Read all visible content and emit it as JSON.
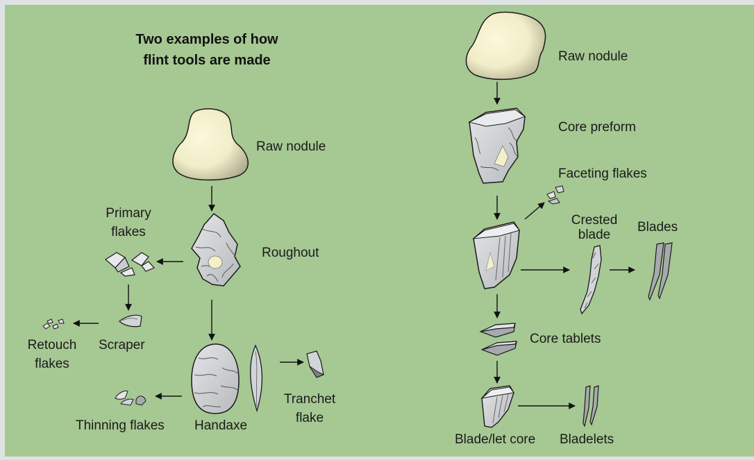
{
  "title": {
    "line1": "Two examples of how",
    "line2": "flint tools are made"
  },
  "left_sequence": {
    "raw_nodule": "Raw nodule",
    "primary_flakes": [
      "Primary",
      "flakes"
    ],
    "roughout": "Roughout",
    "retouch_flakes": [
      "Retouch",
      "flakes"
    ],
    "scraper": "Scraper",
    "tranchet_flake": [
      "Tranchet",
      "flake"
    ],
    "thinning_flakes": "Thinning flakes",
    "handaxe": "Handaxe"
  },
  "right_sequence": {
    "raw_nodule": "Raw nodule",
    "core_preform": "Core preform",
    "faceting_flakes": "Faceting flakes",
    "crested_blade": [
      "Crested",
      "blade"
    ],
    "blades": "Blades",
    "core_tablets": "Core tablets",
    "blade_core": "Blade/let core",
    "bladelets": "Bladelets"
  },
  "colors": {
    "frame": "#dde3e3",
    "background": "#a6c893",
    "nodule_fill": "#f7f3cf",
    "nodule_shade": "#b8b596",
    "stone_fill": "#d2d5d8",
    "stone_dark": "#7e8185",
    "stroke": "#1a1a1a"
  }
}
